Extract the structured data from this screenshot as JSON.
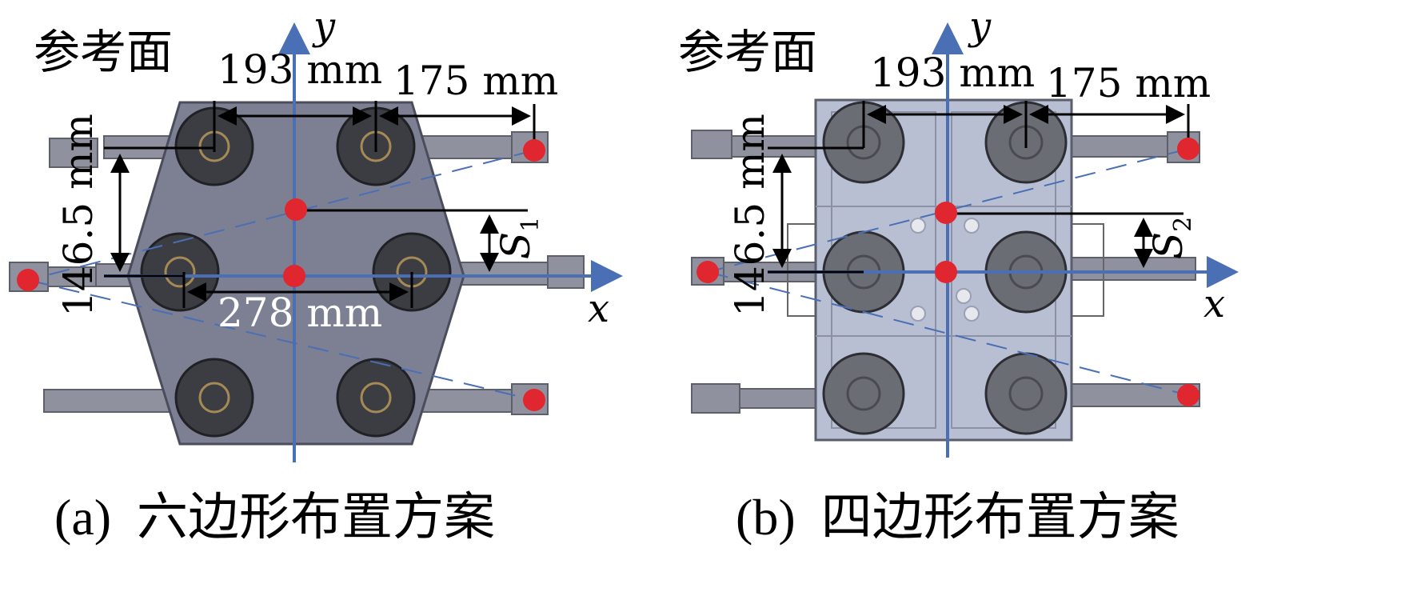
{
  "panel_a": {
    "reference_label": "参考面",
    "x_axis": "x",
    "y_axis": "y",
    "dim_193": "193 mm",
    "dim_175": "175 mm",
    "dim_146": "146.5 mm",
    "dim_278": "278 mm",
    "s_symbol": "S",
    "s_sub": "1",
    "caption": "(a)  六边形布置方案"
  },
  "panel_b": {
    "reference_label": "参考面",
    "x_axis": "x",
    "y_axis": "y",
    "dim_193": "193 mm",
    "dim_175": "175 mm",
    "dim_146": "146.5 mm",
    "s_symbol": "S",
    "s_sub": "2",
    "caption": "(b)  四边形布置方案"
  },
  "colors": {
    "axis": "#4a6fb5",
    "marker": "#e0262f",
    "hex_body": "#7d7f93",
    "rect_body": "#b9bfd2",
    "wheel": "#3b3d43",
    "arm": "#8f919e"
  }
}
